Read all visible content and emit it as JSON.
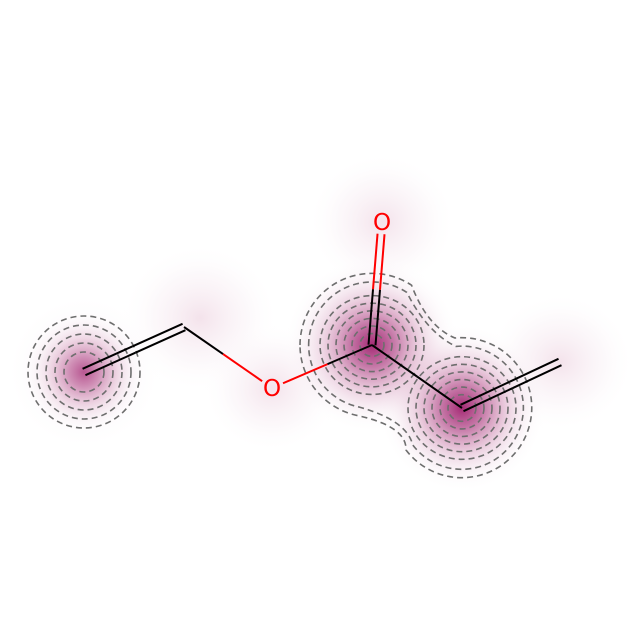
{
  "molecule": {
    "atoms": [
      {
        "id": "C1",
        "element": "C",
        "label": ""
      },
      {
        "id": "C2",
        "element": "C",
        "label": ""
      },
      {
        "id": "O1",
        "element": "O",
        "label": "O"
      },
      {
        "id": "C3",
        "element": "C",
        "label": ""
      },
      {
        "id": "O2",
        "element": "O",
        "label": "O"
      },
      {
        "id": "C4",
        "element": "C",
        "label": ""
      },
      {
        "id": "C5",
        "element": "C",
        "label": ""
      }
    ],
    "bonds": [
      {
        "from": "C1",
        "to": "C2",
        "order": 2
      },
      {
        "from": "C2",
        "to": "O1",
        "order": 1
      },
      {
        "from": "O1",
        "to": "C3",
        "order": 1
      },
      {
        "from": "C3",
        "to": "O2",
        "order": 2
      },
      {
        "from": "C3",
        "to": "C4",
        "order": 1
      },
      {
        "from": "C4",
        "to": "C5",
        "order": 2
      }
    ],
    "highlight_weights": [
      {
        "atom": "C1",
        "weight": 0.6
      },
      {
        "atom": "C2",
        "weight": 0.15
      },
      {
        "atom": "O1",
        "weight": 0.1
      },
      {
        "atom": "C3",
        "weight": 1.0
      },
      {
        "atom": "O2",
        "weight": 0.2
      },
      {
        "atom": "C4",
        "weight": 0.95
      },
      {
        "atom": "C5",
        "weight": 0.1
      }
    ]
  },
  "colors": {
    "carbon_bond": "#000000",
    "oxygen": "#ff0000",
    "heat": "#a0206e",
    "contour": "#6e6e6e"
  }
}
